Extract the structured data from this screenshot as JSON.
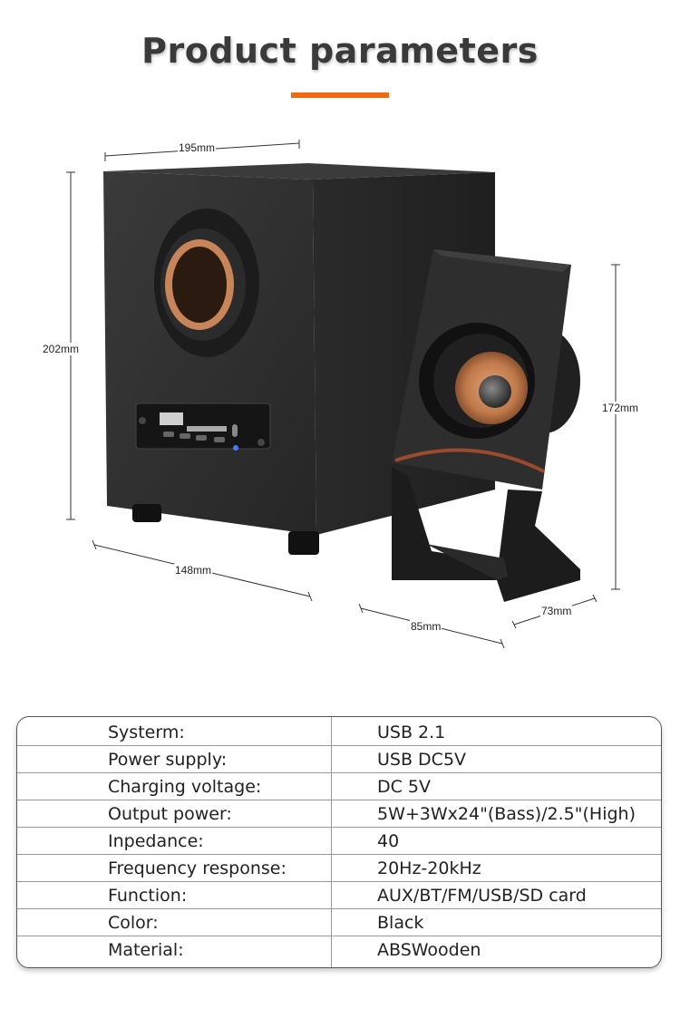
{
  "header": {
    "title": "Product parameters"
  },
  "dimensions": {
    "sub_width": "195mm",
    "sub_height": "202mm",
    "sub_depth": "148mm",
    "sat_height": "172mm",
    "sat_width": "85mm",
    "sat_depth": "73mm"
  },
  "colors": {
    "accent": "#f06a14",
    "speaker_body": "#2e2e2e",
    "woofer_cone": "#c9855a"
  },
  "specs": [
    {
      "label": "Systerm:",
      "value": "USB 2.1"
    },
    {
      "label": "Power supply:",
      "value": "USB DC5V"
    },
    {
      "label": "Charging voltage:",
      "value": "DC 5V"
    },
    {
      "label": "Output power:",
      "value": "5W+3Wx24\"(Bass)/2.5\"(High)"
    },
    {
      "label": "Inpedance:",
      "value": "40"
    },
    {
      "label": "Frequency response:",
      "value": "20Hz-20kHz"
    },
    {
      "label": "Function:",
      "value": "AUX/BT/FM/USB/SD card"
    },
    {
      "label": "Color:",
      "value": "Black"
    },
    {
      "label": "Material:",
      "value": "ABSWooden"
    }
  ]
}
